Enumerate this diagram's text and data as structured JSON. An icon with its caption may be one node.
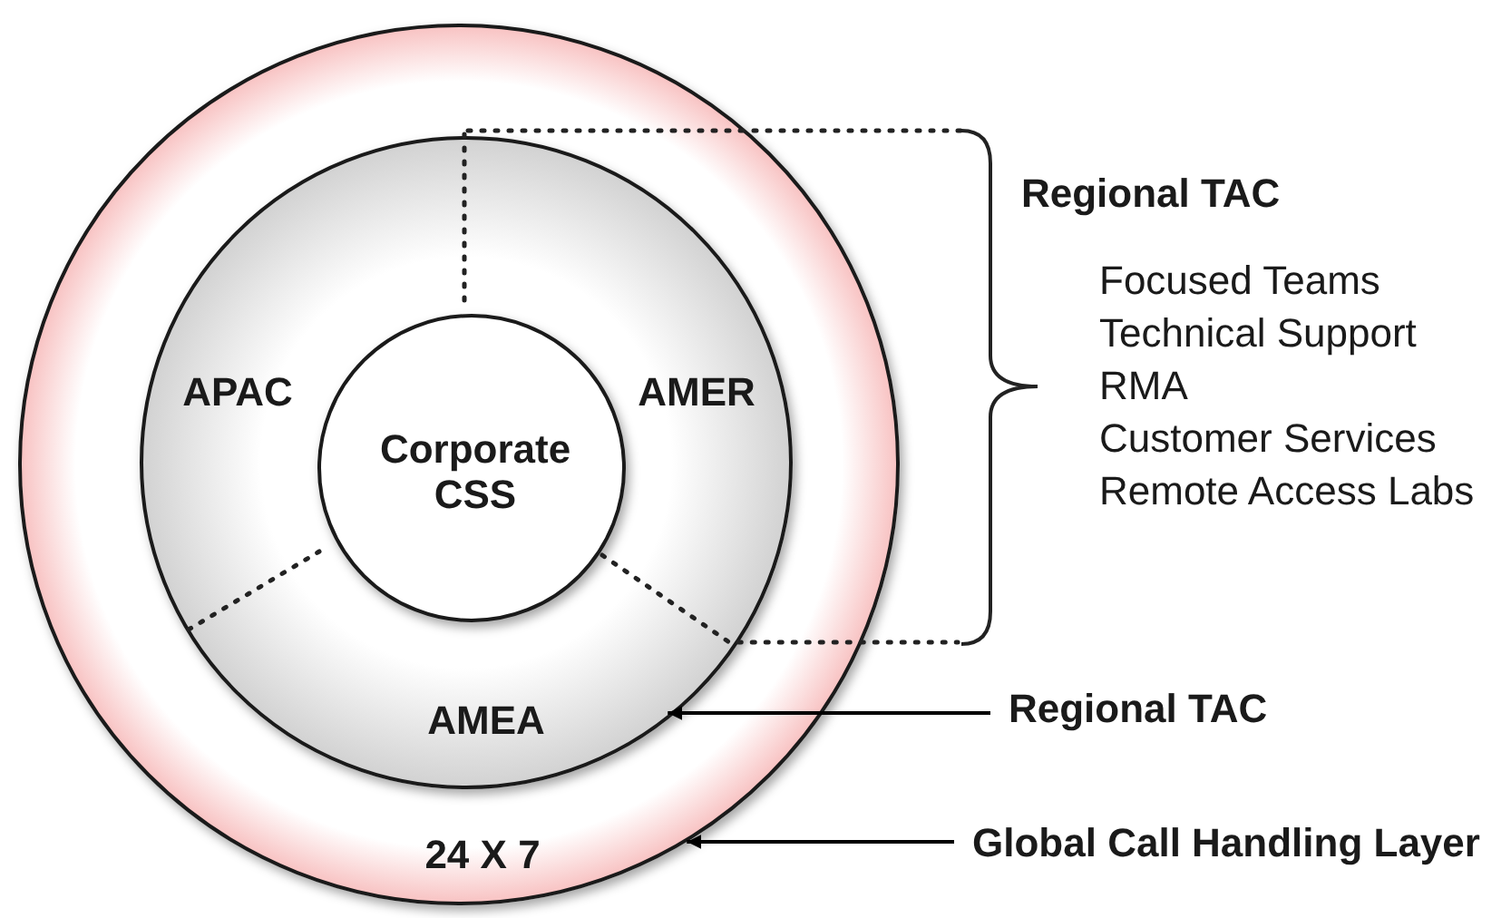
{
  "diagram": {
    "nodes": [
      {
        "text": [
          "24 X 7"
        ]
      },
      {
        "text": [
          "APAC",
          "AMER",
          "AMEA"
        ],
        "in": 0
      },
      {
        "text": [
          "Corporate CSS"
        ],
        "in": 1
      },
      {
        "text": [
          "Regional TAC"
        ]
      },
      {
        "text": [
          "Global Call Handling Layer"
        ]
      }
    ],
    "edges": [
      {
        "from": 3,
        "to": 1,
        "arrow": "to"
      },
      {
        "from": 4,
        "to": 0,
        "arrow": "to"
      }
    ],
    "labels": [
      "Regional TAC",
      "Focused Teams",
      "Technical Support",
      "RMA",
      "Customer Services",
      "Remote Access Labs"
    ]
  }
}
